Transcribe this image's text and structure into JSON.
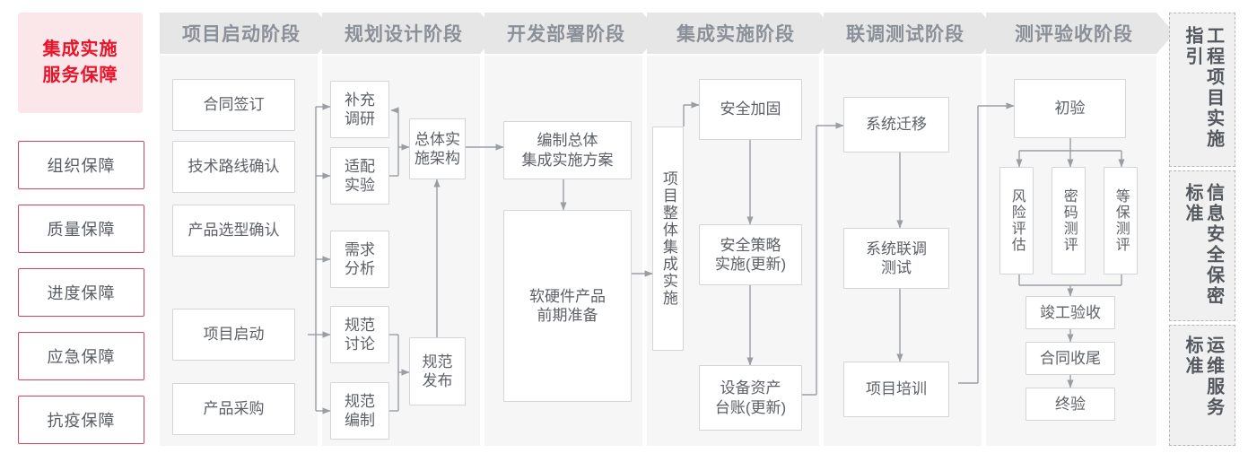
{
  "theme": {
    "accent_red": "#e8142a",
    "accent_border": "#d8425c",
    "panel_bg": "#f6f6f6",
    "header_bg": "#e6e6e6",
    "header_text": "#8a9099",
    "node_border": "#d2d5d9",
    "node_text": "#5d6166",
    "wire": "#9a9ea3"
  },
  "left_rail": {
    "title": "集成实施\n服务保障",
    "title_line1": "集成实施",
    "title_line2": "服务保障",
    "items": [
      {
        "label": "组织保障"
      },
      {
        "label": "质量保障"
      },
      {
        "label": "进度保障"
      },
      {
        "label": "应急保障"
      },
      {
        "label": "抗疫保障"
      }
    ]
  },
  "phases": [
    {
      "id": "startup",
      "header": "项目启动阶段",
      "nodes": [
        {
          "id": "p1n1",
          "label": "合同签订"
        },
        {
          "id": "p1n2",
          "label": "技术路线确认"
        },
        {
          "id": "p1n3",
          "label": "产品选型确认"
        },
        {
          "id": "p1n4",
          "label": "项目启动"
        },
        {
          "id": "p1n5",
          "label": "产品采购"
        }
      ]
    },
    {
      "id": "planning",
      "header": "规划设计阶段",
      "nodes": [
        {
          "id": "p2n1",
          "label": "补充\n调研",
          "l1": "补充",
          "l2": "调研"
        },
        {
          "id": "p2n2",
          "label": "适配\n实验",
          "l1": "适配",
          "l2": "实验"
        },
        {
          "id": "p2n3",
          "label": "需求\n分析",
          "l1": "需求",
          "l2": "分析"
        },
        {
          "id": "p2n4",
          "label": "规范\n讨论",
          "l1": "规范",
          "l2": "讨论"
        },
        {
          "id": "p2n5",
          "label": "规范\n编制",
          "l1": "规范",
          "l2": "编制"
        },
        {
          "id": "p2n6",
          "label": "总体实\n施架构",
          "l1": "总体实",
          "l2": "施架构"
        },
        {
          "id": "p2n7",
          "label": "规范\n发布",
          "l1": "规范",
          "l2": "发布"
        }
      ]
    },
    {
      "id": "dev",
      "header": "开发部署阶段",
      "nodes": [
        {
          "id": "p3n1",
          "label": "编制总体\n集成实施方案",
          "l1": "编制总体",
          "l2": "集成实施方案"
        },
        {
          "id": "p3n2",
          "label": "软硬件产品\n前期准备",
          "l1": "软硬件产品",
          "l2": "前期准备"
        }
      ]
    },
    {
      "id": "integration",
      "header": "集成实施阶段",
      "nodes": [
        {
          "id": "p4n0",
          "label": "项目整体集成实施",
          "vertical": true
        },
        {
          "id": "p4n1",
          "label": "安全加固"
        },
        {
          "id": "p4n2",
          "label": "安全策略\n实施(更新)",
          "l1": "安全策略",
          "l2": "实施(更新)"
        },
        {
          "id": "p4n3",
          "label": "设备资产\n台账(更新)",
          "l1": "设备资产",
          "l2": "台账(更新)"
        }
      ]
    },
    {
      "id": "joint-test",
      "header": "联调测试阶段",
      "nodes": [
        {
          "id": "p5n1",
          "label": "系统迁移"
        },
        {
          "id": "p5n2",
          "label": "系统联调\n测试",
          "l1": "系统联调",
          "l2": "测试"
        },
        {
          "id": "p5n3",
          "label": "项目培训"
        }
      ]
    },
    {
      "id": "acceptance",
      "header": "测评验收阶段",
      "nodes": [
        {
          "id": "p6n1",
          "label": "初验"
        },
        {
          "id": "p6n2",
          "label": "风险评估",
          "vertical": true
        },
        {
          "id": "p6n3",
          "label": "密码测评",
          "vertical": true
        },
        {
          "id": "p6n4",
          "label": "等保测评",
          "vertical": true
        },
        {
          "id": "p6n5",
          "label": "竣工验收"
        },
        {
          "id": "p6n6",
          "label": "合同收尾"
        },
        {
          "id": "p6n7",
          "label": "终验"
        }
      ]
    }
  ],
  "standards_rail": [
    {
      "id": "std1",
      "label": "工程项目实施指引"
    },
    {
      "id": "std2",
      "label": "信息安全保密标准"
    },
    {
      "id": "std3",
      "label": "运维服务标准"
    }
  ]
}
